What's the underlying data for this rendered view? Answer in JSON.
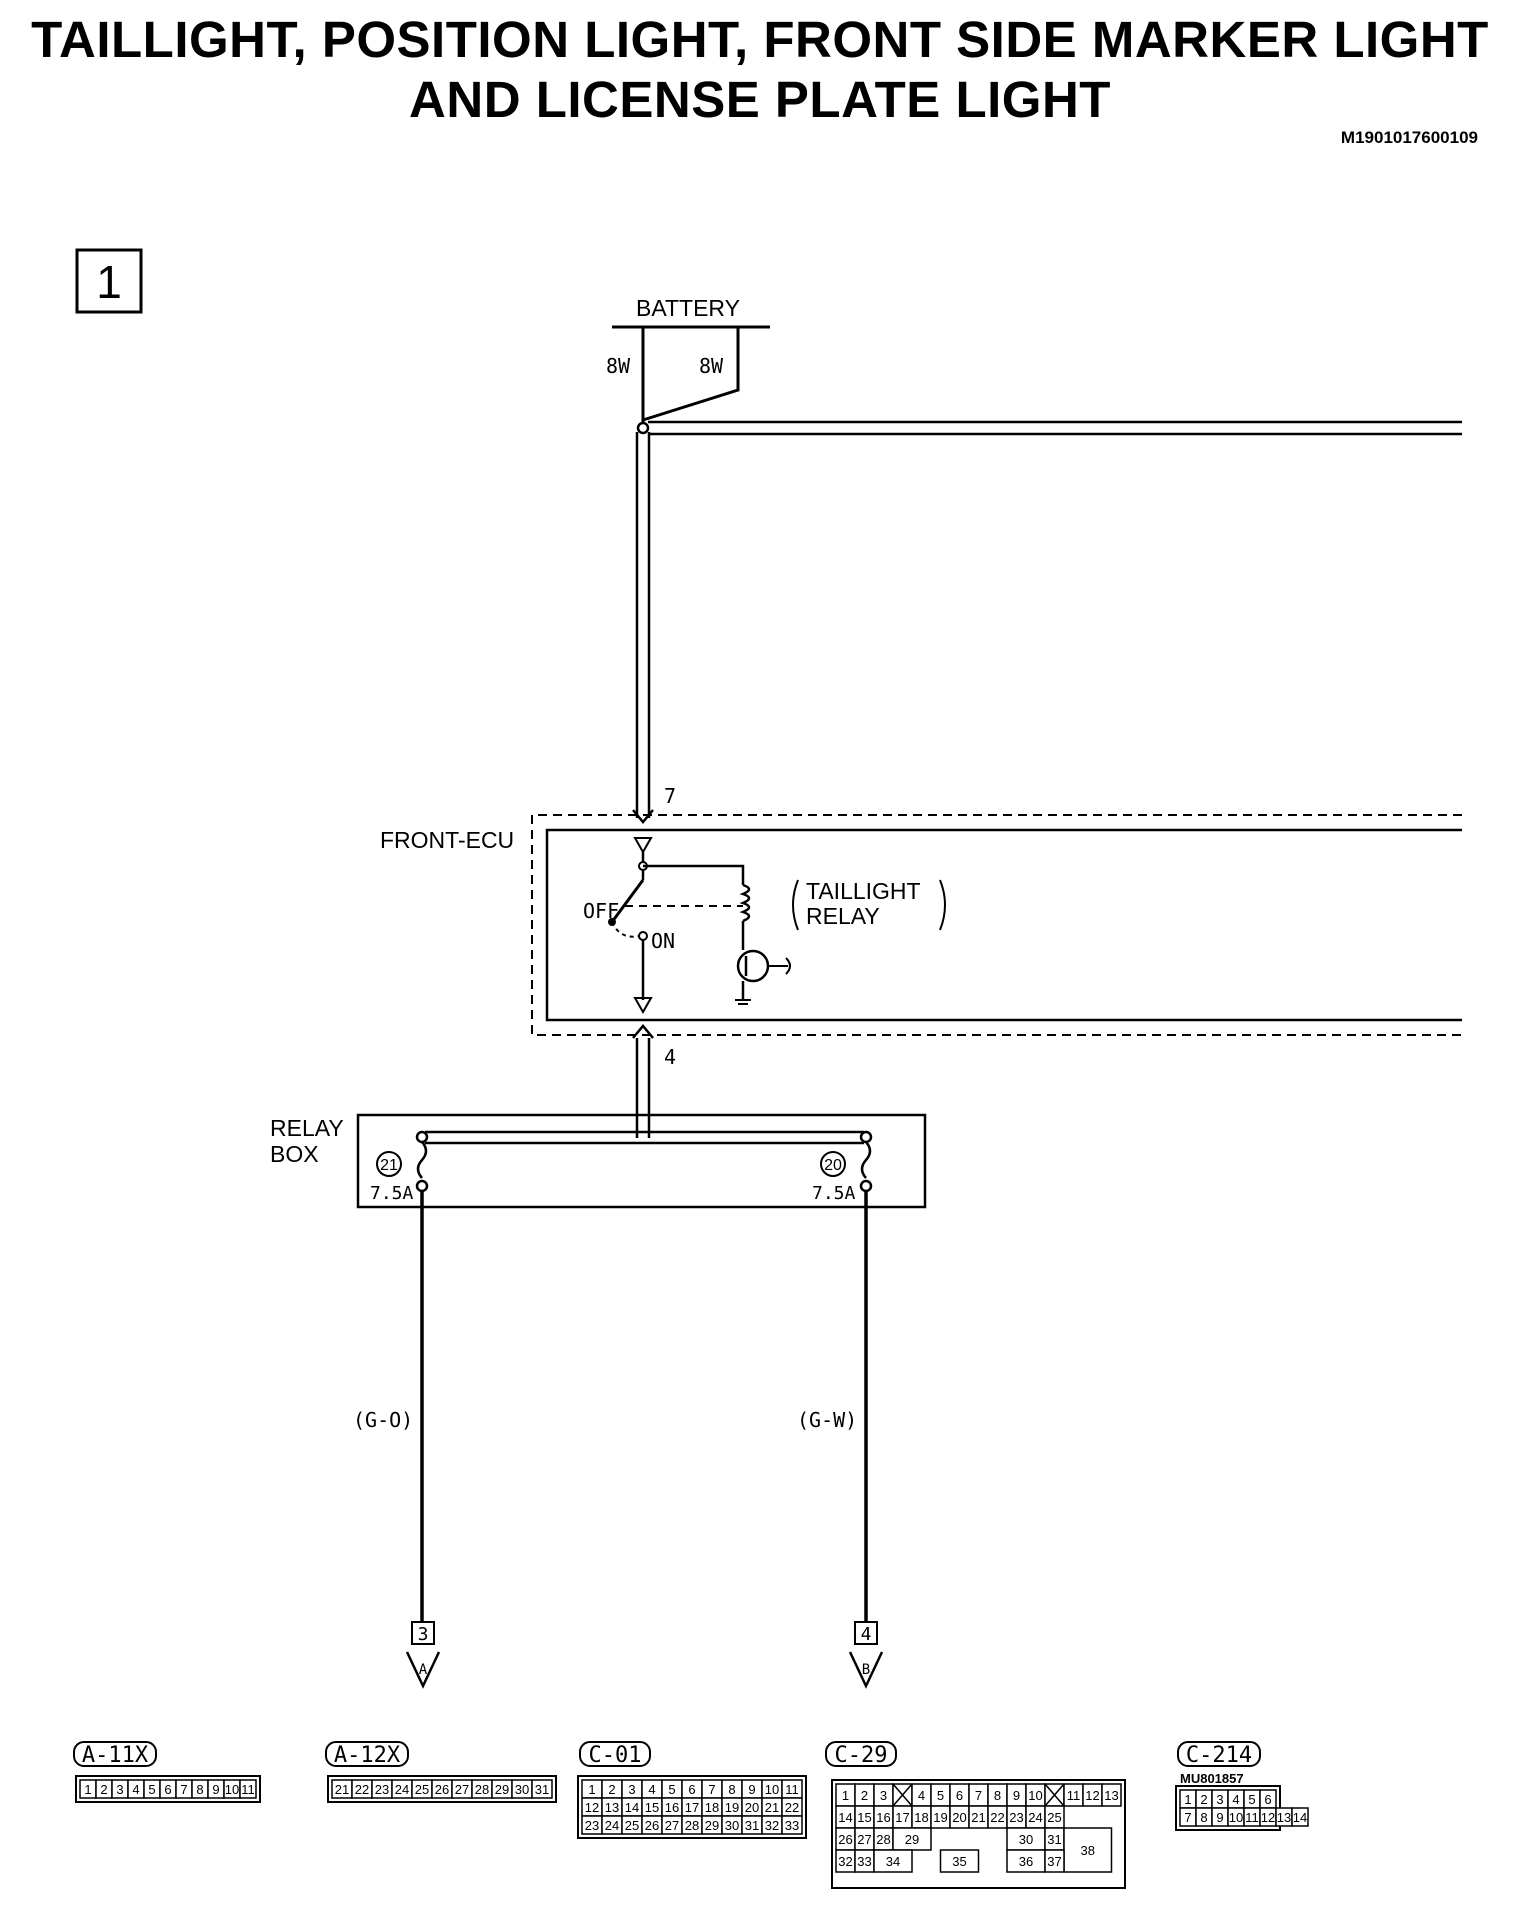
{
  "title": {
    "line1": "TAILLIGHT, POSITION LIGHT, FRONT SIDE MARKER LIGHT",
    "line2": "AND LICENSE PLATE LIGHT",
    "doc_id": "M1901017600109"
  },
  "diagram": {
    "page_number": "1",
    "battery": {
      "label": "BATTERY",
      "wire_left": "8W",
      "wire_right": "8W"
    },
    "front_ecu": {
      "label": "FRONT-ECU",
      "pin_top": "7",
      "pin_bottom": "4",
      "relay_label_1": "TAILLIGHT",
      "relay_label_2": "RELAY",
      "switch_off": "OFF",
      "switch_on": "ON"
    },
    "relay_box": {
      "label_1": "RELAY",
      "label_2": "BOX",
      "fuse_left_num": "21",
      "fuse_left_rating": "7.5A",
      "fuse_right_num": "20",
      "fuse_right_rating": "7.5A"
    },
    "wires": {
      "left_color": "(G-O)",
      "right_color": "(G-W)"
    },
    "connections": [
      {
        "number": "3",
        "letter": "A"
      },
      {
        "number": "4",
        "letter": "B"
      }
    ]
  },
  "connectors": [
    {
      "name": "A-11X",
      "rows": [
        [
          "1",
          "2",
          "3",
          "4",
          "5",
          "6",
          "7",
          "8",
          "9",
          "10",
          "11"
        ]
      ]
    },
    {
      "name": "A-12X",
      "rows": [
        [
          "21",
          "22",
          "23",
          "24",
          "25",
          "26",
          "27",
          "28",
          "29",
          "30",
          "31"
        ]
      ]
    },
    {
      "name": "C-01",
      "rows": [
        [
          "1",
          "2",
          "3",
          "4",
          "5",
          "6",
          "7",
          "8",
          "9",
          "10",
          "11"
        ],
        [
          "12",
          "13",
          "14",
          "15",
          "16",
          "17",
          "18",
          "19",
          "20",
          "21",
          "22"
        ],
        [
          "23",
          "24",
          "25",
          "26",
          "27",
          "28",
          "29",
          "30",
          "31",
          "32",
          "33"
        ]
      ]
    },
    {
      "name": "C-29",
      "rows": [
        [
          "1",
          "2",
          "3",
          "",
          "4",
          "5",
          "6",
          "7",
          "8",
          "9",
          "10",
          "",
          "11",
          "12",
          "13"
        ],
        [
          "14",
          "15",
          "16",
          "17",
          "18",
          "19",
          "20",
          "21",
          "22",
          "23",
          "24",
          "25"
        ],
        [
          "26",
          "27",
          "28",
          "29",
          "30",
          "31",
          "38"
        ],
        [
          "32",
          "33",
          "34",
          "35",
          "36",
          "37"
        ]
      ]
    },
    {
      "name": "C-214",
      "part_no": "MU801857",
      "rows": [
        [
          "1",
          "2",
          "3",
          "4",
          "5",
          "6"
        ],
        [
          "7",
          "8",
          "9",
          "10",
          "11",
          "12",
          "13",
          "14"
        ]
      ]
    }
  ]
}
